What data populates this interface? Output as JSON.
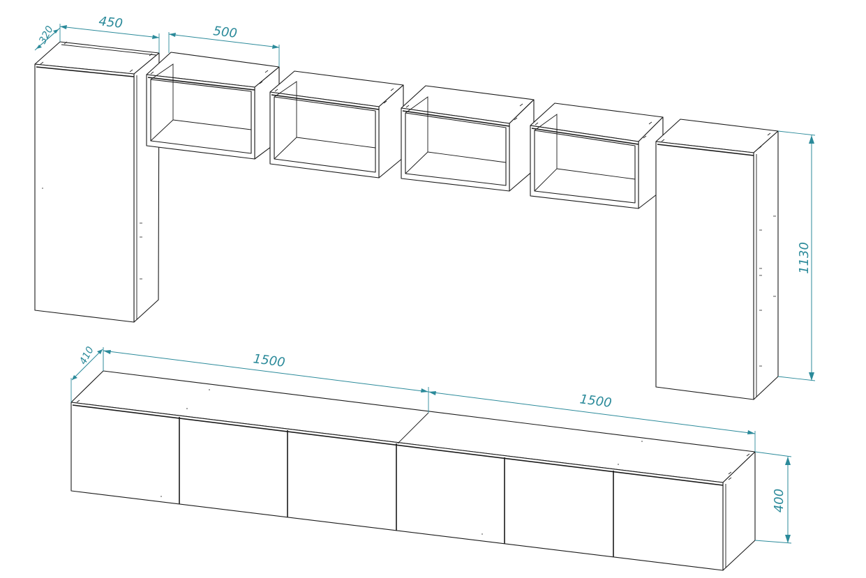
{
  "diagram": {
    "dimension_color": "#2b8a9a",
    "line_color": "#1a1a1a",
    "dimensions": {
      "tall_width": "450",
      "tall_depth": "320",
      "shelf_width": "500",
      "tall_height": "1130",
      "base_depth": "410",
      "base_left_width": "1500",
      "base_right_width": "1500",
      "base_height": "400"
    }
  }
}
